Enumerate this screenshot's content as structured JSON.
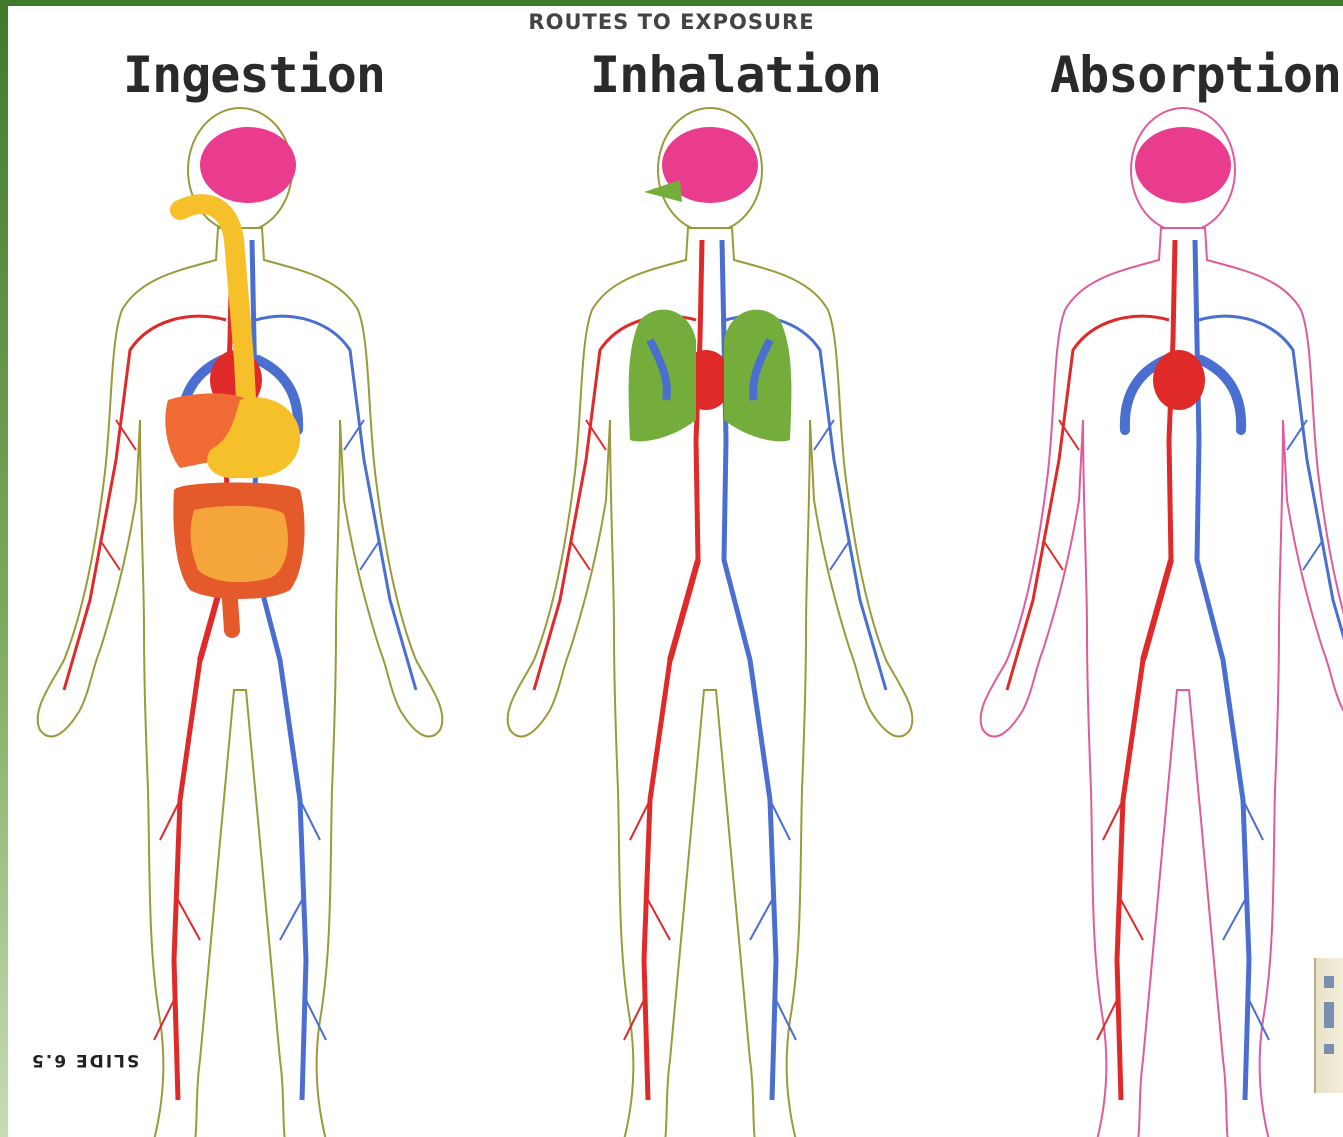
{
  "header": "ROUTES TO EXPOSURE",
  "panels": [
    {
      "title": "Ingestion",
      "outline_color": "#9a9a3a",
      "highlight_organ": "digestive-tract",
      "highlight_color": "#f6c02a"
    },
    {
      "title": "Inhalation",
      "outline_color": "#9a9a3a",
      "highlight_organ": "lungs",
      "highlight_color": "#74ad3c"
    },
    {
      "title": "Absorption",
      "outline_color": "#e05b9c",
      "highlight_organ": "skin",
      "highlight_color": "#e05b9c"
    }
  ],
  "slide_label": "SLIDE 6.5",
  "colors": {
    "artery": "#e02a2a",
    "vein": "#4a6fd0",
    "brain": "#ea3c8e",
    "frame": "#3f7a2a"
  }
}
